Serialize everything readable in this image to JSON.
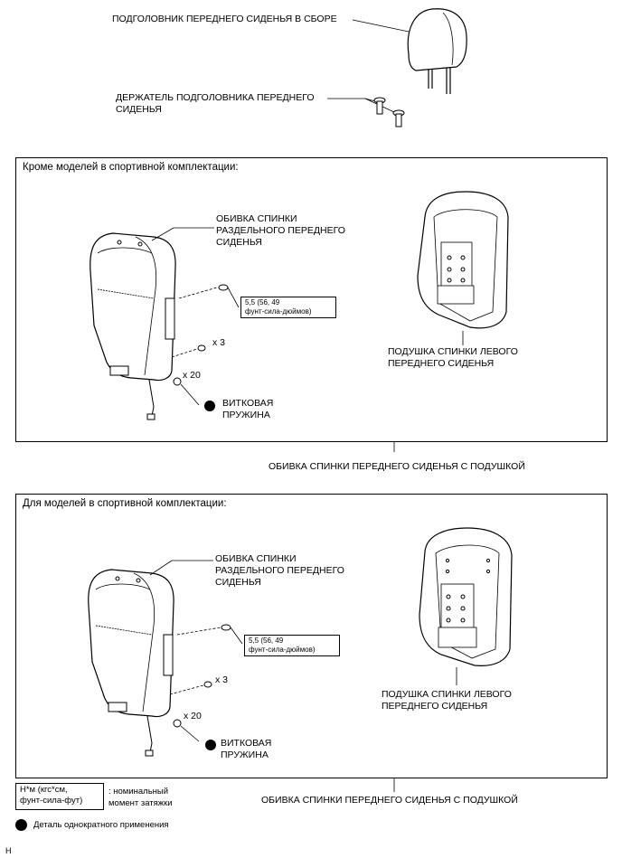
{
  "top": {
    "headrest_label": "ПОДГОЛОВНИК ПЕРЕДНЕГО СИДЕНЬЯ В СБОРЕ",
    "holder_label_1": "ДЕРЖАТЕЛЬ ПОДГОЛОВНИКА ПЕРЕДНЕГО",
    "holder_label_2": "СИДЕНЬЯ"
  },
  "panel1": {
    "title": "Кроме моделей в спортивной комплектации:",
    "cover_1": "ОБИВКА СПИНКИ",
    "cover_2": "РАЗДЕЛЬНОГО ПЕРЕДНЕГО",
    "cover_3": "СИДЕНЬЯ",
    "torque_1": "5,5 (56, 49",
    "torque_2": "фунт-сила-дюймов)",
    "x3": "x 3",
    "x20": "x 20",
    "spring_1": "ВИТКОВАЯ",
    "spring_2": "ПРУЖИНА",
    "cushion_1": "ПОДУШКА СПИНКИ ЛЕВОГО",
    "cushion_2": "ПЕРЕДНЕГО СИДЕНЬЯ",
    "assembly": "ОБИВКА СПИНКИ ПЕРЕДНЕГО СИДЕНЬЯ С ПОДУШКОЙ"
  },
  "panel2": {
    "title": "Для моделей в спортивной комплектации:",
    "cover_1": "ОБИВКА СПИНКИ",
    "cover_2": "РАЗДЕЛЬНОГО ПЕРЕДНЕГО",
    "cover_3": "СИДЕНЬЯ",
    "torque_1": "5,5 (56, 49",
    "torque_2": "фунт-сила-дюймов)",
    "x3": "x 3",
    "x20": "x 20",
    "spring_1": "ВИТКОВАЯ",
    "spring_2": "ПРУЖИНА",
    "cushion_1": "ПОДУШКА СПИНКИ ЛЕВОГО",
    "cushion_2": "ПЕРЕДНЕГО СИДЕНЬЯ",
    "assembly": "ОБИВКА СПИНКИ ПЕРЕДНЕГО СИДЕНЬЯ С ПОДУШКОЙ"
  },
  "legend": {
    "unit_1": "Н*м (кгс*см,",
    "unit_2": "фунт-сила-фут)",
    "desc_1": ": номинальный",
    "desc_2": "момент затяжки",
    "single_use": "Деталь однократного применения"
  },
  "footer_code": "H"
}
